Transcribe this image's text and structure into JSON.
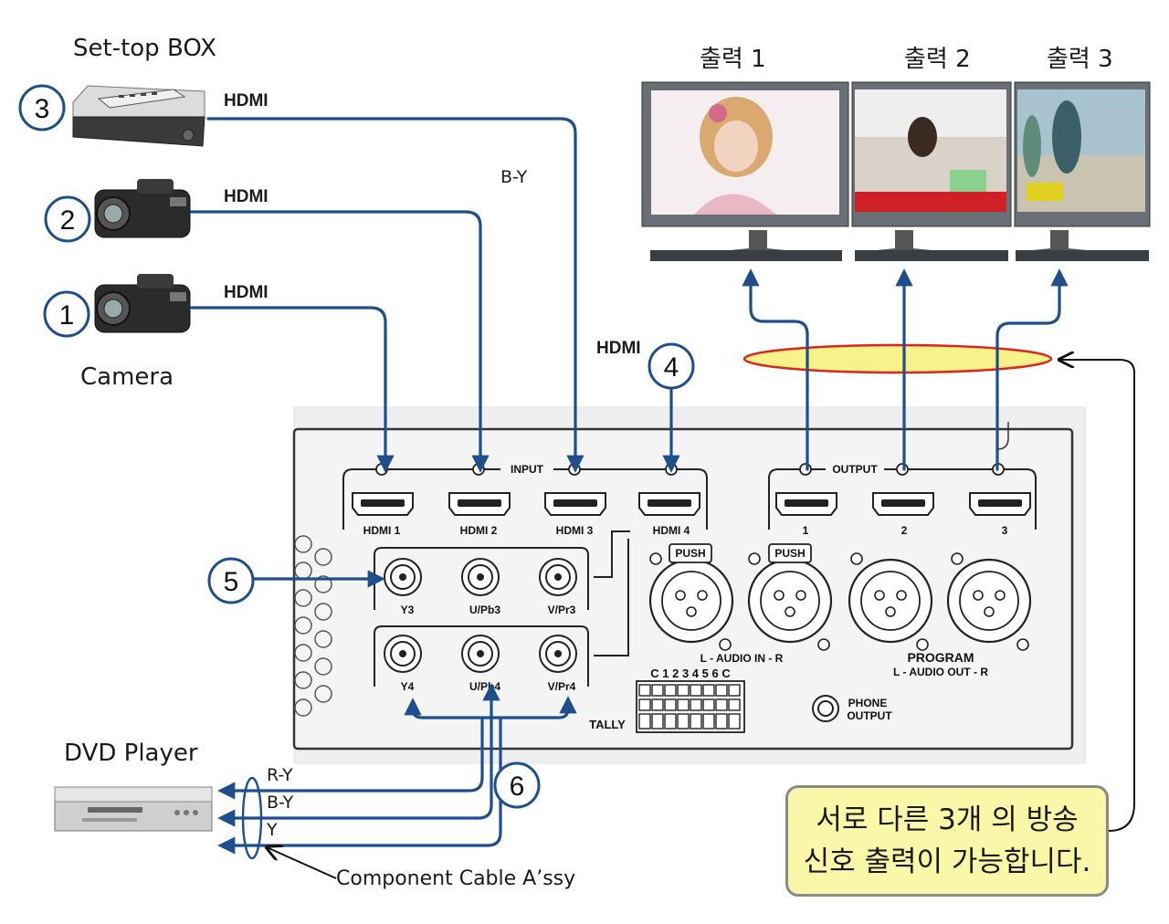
{
  "labels": {
    "settop_box": "Set-top BOX",
    "camera": "Camera",
    "dvd_player": "DVD Player",
    "out1": "출력 1",
    "out2": "출력 2",
    "out3": "출력 3",
    "hdmi_settop": "HDMI",
    "hdmi_cam2": "HDMI",
    "hdmi_cam1": "HDMI",
    "hdmi_4": "HDMI",
    "by_floating": "B-Y",
    "ry": "R-Y",
    "by": "B-Y",
    "y": "Y",
    "component_cable": "Component Cable A’ssy"
  },
  "badges": {
    "b1": "1",
    "b2": "2",
    "b3": "3",
    "b4": "4",
    "b5": "5",
    "b6": "6"
  },
  "panel": {
    "input": "INPUT",
    "output": "OUTPUT",
    "hdmi1": "HDMI 1",
    "hdmi2": "HDMI 2",
    "hdmi3": "HDMI 3",
    "hdmi4": "HDMI 4",
    "out1": "1",
    "out2": "2",
    "out3": "3",
    "y3": "Y3",
    "upb3": "U/Pb3",
    "vpr3": "V/Pr3",
    "y4": "Y4",
    "upb4": "U/Pb4",
    "vpr4": "V/Pr4",
    "push1": "PUSH",
    "push2": "PUSH",
    "audio_in": "L  -  AUDIO IN  -  R",
    "program": "PROGRAM",
    "audio_out": "L  -  AUDIO OUT  -  R",
    "tally_pins": "C 1 2 3 4 5 6 C",
    "tally": "TALLY",
    "phone1": "PHONE",
    "phone2": "OUTPUT"
  },
  "callout": {
    "line1": "서로 다른 3개 의 방송",
    "line2": "신호 출력이 가능합니다."
  },
  "colors": {
    "cable": "#1f4e8c",
    "panel_bg": "#efefef",
    "highlight_fill": "#f7f28a",
    "highlight_stroke": "#e0241b",
    "callout_bg": "#fbf7a8"
  }
}
